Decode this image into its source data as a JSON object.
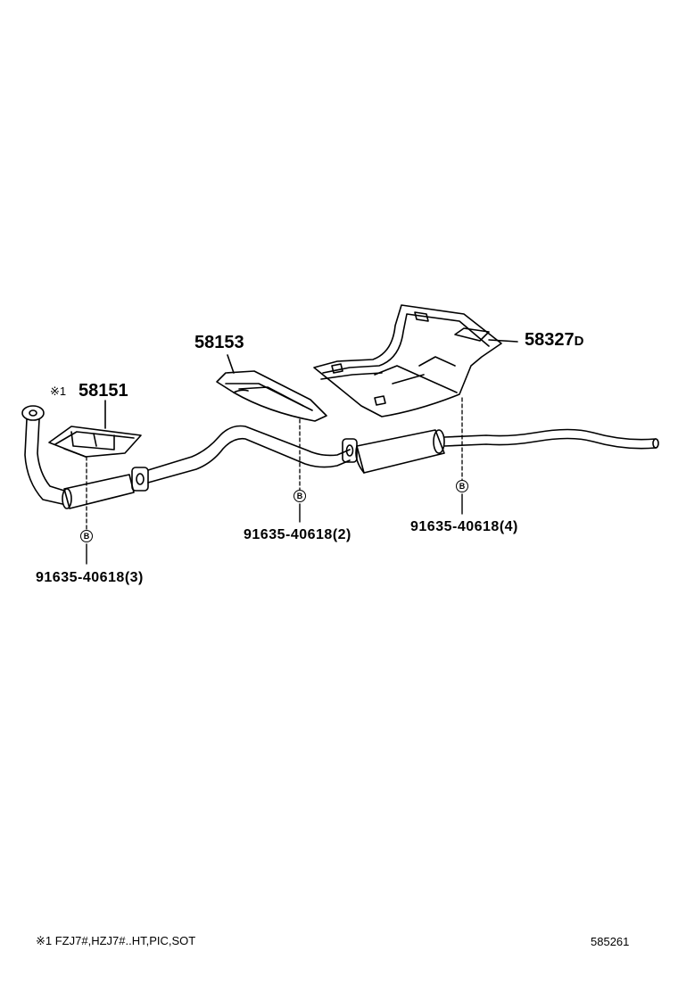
{
  "parts": {
    "p58151": {
      "number": "58151",
      "mark": "※1"
    },
    "p58153": {
      "number": "58153"
    },
    "p58327": {
      "number": "58327",
      "suffix": "D"
    }
  },
  "bolts": {
    "left": {
      "symbol": "B",
      "label": "91635-40618(3)"
    },
    "middle": {
      "symbol": "B",
      "label": "91635-40618(2)"
    },
    "right": {
      "symbol": "B",
      "label": "91635-40618(4)"
    }
  },
  "footer": {
    "note": "※1 FZJ7#,HZJ7#..HT,PIC,SOT",
    "code": "585261"
  }
}
